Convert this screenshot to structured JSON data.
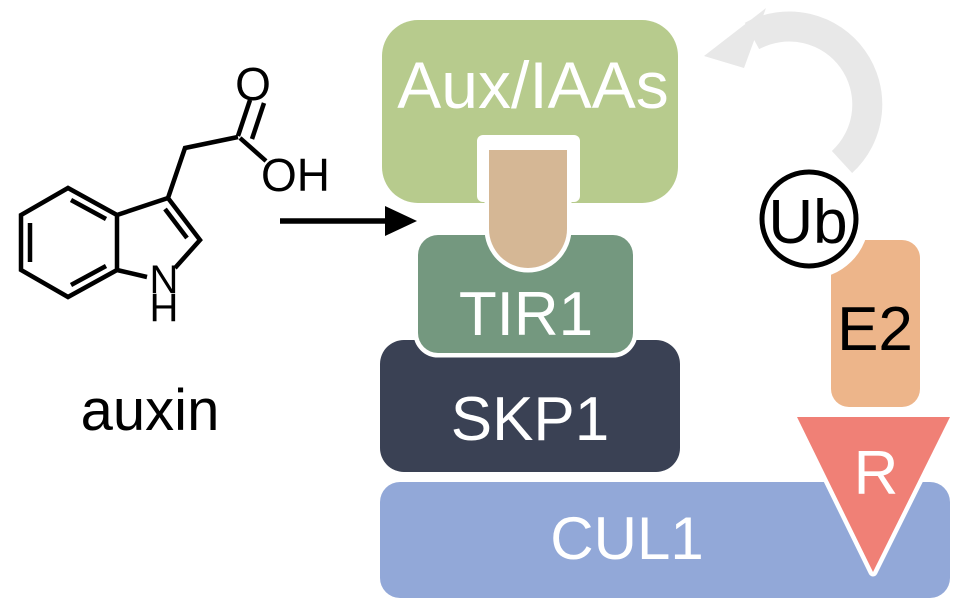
{
  "molecule": {
    "name_label": "auxin",
    "atoms": {
      "carbonyl_o": "O",
      "hydroxyl": "OH",
      "ring_n": "N",
      "ring_h": "H"
    }
  },
  "complex": {
    "aux_iaa": "Aux/IAAs",
    "tir1": "TIR1",
    "skp1": "SKP1",
    "cul1": "CUL1",
    "rbx": "R"
  },
  "ubiquitination": {
    "e2": "E2",
    "ub": "Ub"
  },
  "colors": {
    "aux_iaa": "#b7cb8d",
    "tir1": "#74987f",
    "skp1": "#3a4154",
    "cul1": "#92a8d8",
    "degron_peg": "#d5b795",
    "e2": "#edb58a",
    "rbx": "#f08076",
    "cycle_arrow": "#e8e8e8",
    "ink": "#000000",
    "label_light": "#ffffff"
  }
}
